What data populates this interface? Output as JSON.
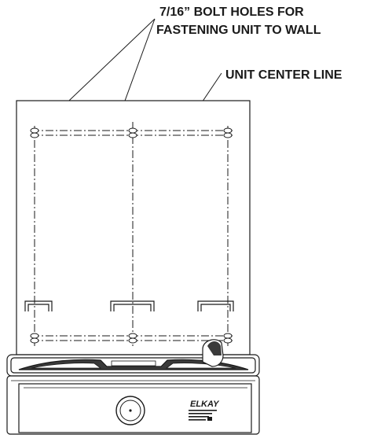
{
  "callouts": {
    "bolt_holes_line1": "7/16” BOLT  HOLES FOR",
    "bolt_holes_line2": "FASTENING UNIT TO WALL",
    "center_line": "UNIT CENTER LINE"
  },
  "badge": {
    "brand": "ELKAY"
  },
  "colors": {
    "ink": "#1a1a1a",
    "fill_shadow": "#3a3a3a",
    "background": "#ffffff"
  }
}
